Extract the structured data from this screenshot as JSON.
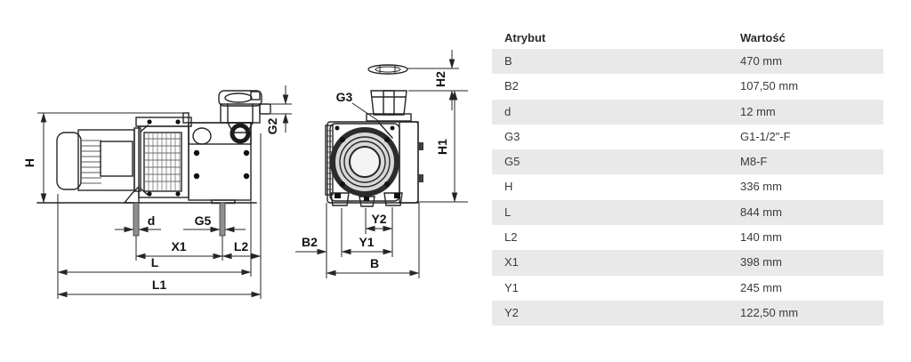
{
  "diagram": {
    "side_view_labels": {
      "H": "H",
      "G2": "G2",
      "d": "d",
      "G5": "G5",
      "X1": "X1",
      "L2": "L2",
      "L": "L",
      "L1": "L1"
    },
    "front_view_labels": {
      "G3": "G3",
      "H2": "H2",
      "H1": "H1",
      "Y2": "Y2",
      "Y1": "Y1",
      "B2": "B2",
      "B": "B"
    }
  },
  "table": {
    "headers": {
      "attribute": "Atrybut",
      "value": "Wartość"
    },
    "stripe_color": "#e9e9e9",
    "rows": [
      {
        "attribute": "B",
        "value": "470 mm"
      },
      {
        "attribute": "B2",
        "value": "107,50 mm"
      },
      {
        "attribute": "d",
        "value": "12 mm"
      },
      {
        "attribute": "G3",
        "value": "G1-1/2\"-F"
      },
      {
        "attribute": "G5",
        "value": "M8-F"
      },
      {
        "attribute": "H",
        "value": "336 mm"
      },
      {
        "attribute": "L",
        "value": "844 mm"
      },
      {
        "attribute": "L2",
        "value": "140 mm"
      },
      {
        "attribute": "X1",
        "value": "398 mm"
      },
      {
        "attribute": "Y1",
        "value": "245 mm"
      },
      {
        "attribute": "Y2",
        "value": "122,50 mm"
      }
    ]
  }
}
